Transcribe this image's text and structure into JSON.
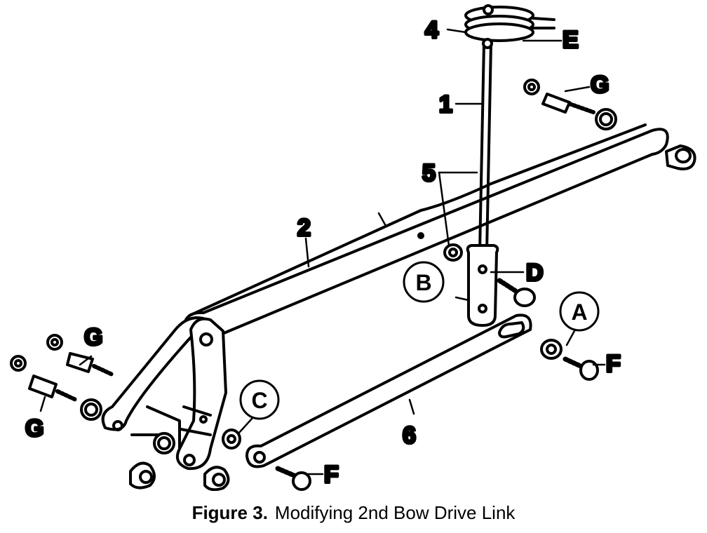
{
  "caption": {
    "figure_label": "Figure 3.",
    "title": "Modifying 2nd Bow Drive Link"
  },
  "callouts": {
    "n1": "1",
    "n2": "2",
    "n4": "4",
    "n5": "5",
    "n6": "6",
    "A": "A",
    "B": "B",
    "C": "C",
    "D": "D",
    "E": "E",
    "F_right": "F",
    "F_bottom": "F",
    "G_top": "G",
    "G_upper_left": "G",
    "G_lower_left": "G"
  }
}
